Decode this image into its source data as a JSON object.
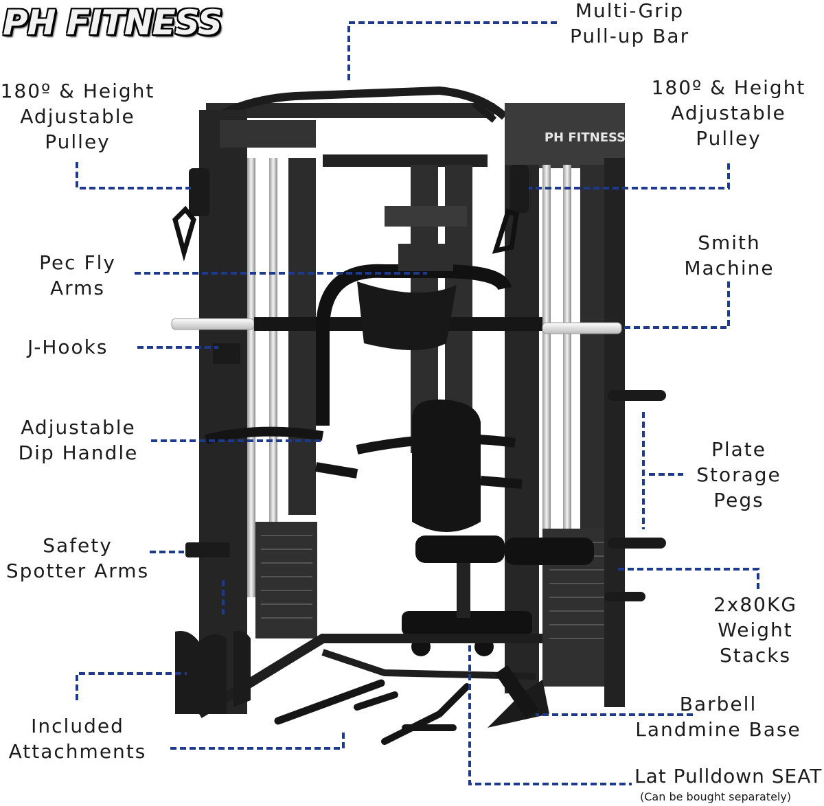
{
  "brand": {
    "logo_text": "PH FITNESS",
    "machine_badge": "PH FITNESS"
  },
  "colors": {
    "leader_line": "#1e3a8a",
    "machine_dark": "#1c1c1c",
    "machine_mid": "#3a3a3a",
    "chrome": "#d9d9d9"
  },
  "callouts": {
    "pull_up_bar": [
      "Multi-Grip",
      "Pull-up Bar"
    ],
    "pulley_left": [
      "180º & Height",
      "Adjustable",
      "Pulley"
    ],
    "pulley_right": [
      "180º & Height",
      "Adjustable",
      "Pulley"
    ],
    "pec_fly": [
      "Pec Fly",
      "Arms"
    ],
    "smith_machine": [
      "Smith",
      "Machine"
    ],
    "j_hooks": [
      "J-Hooks"
    ],
    "dip_handle": [
      "Adjustable",
      "Dip Handle"
    ],
    "plate_pegs": [
      "Plate",
      "Storage",
      "Pegs"
    ],
    "spotter_arms": [
      "Safety",
      "Spotter Arms"
    ],
    "weight_stacks": [
      "2x80KG",
      "Weight",
      "Stacks"
    ],
    "landmine": [
      "Barbell",
      "Landmine Base"
    ],
    "attachments": [
      "Included",
      "Attachments"
    ],
    "lat_seat": [
      "Lat Pulldown SEAT"
    ],
    "lat_seat_note": "(Can be bought separately)"
  }
}
